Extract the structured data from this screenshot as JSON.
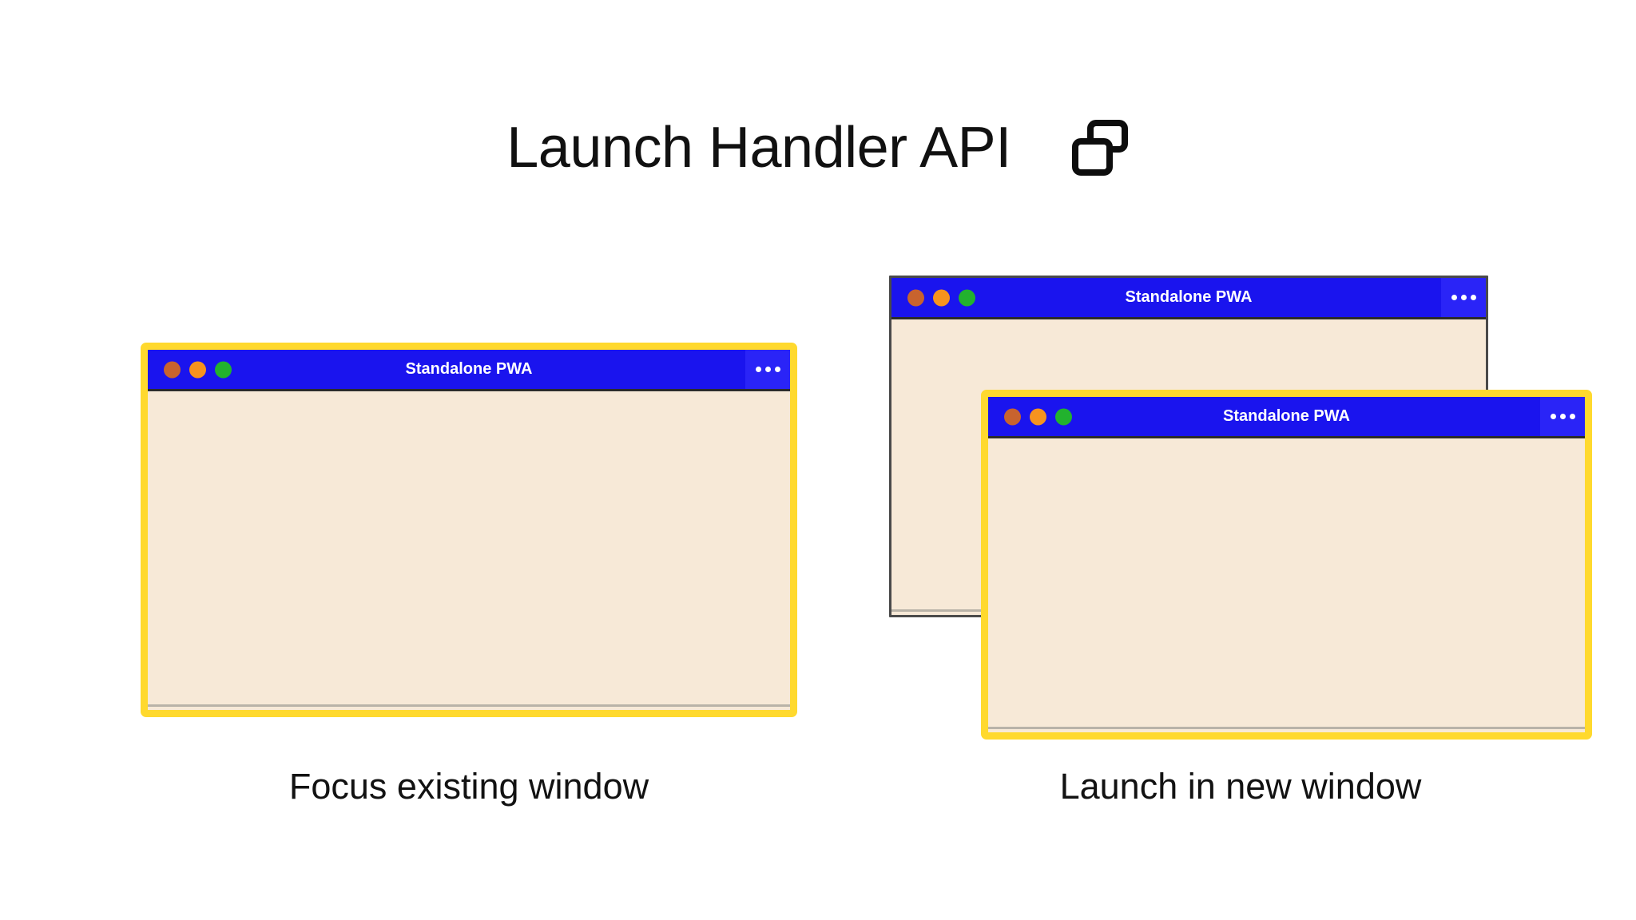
{
  "header": {
    "title": "Launch Handler API",
    "icon": "multi-window-icon"
  },
  "colors": {
    "background": "#ffffff",
    "titlebar_blue": "#1a14ee",
    "menu_panel_blue": "#2a24f7",
    "window_body_cream": "#f7e9d7",
    "highlight_border_yellow": "#ffd92e",
    "plain_border_gray": "#4a4a4a",
    "dot_red": "#c8632e",
    "dot_yellow": "#f7931e",
    "dot_green": "#22b22e",
    "title_text": "#111111",
    "window_title_text": "#ffffff"
  },
  "panels": [
    {
      "id": "focus-existing-window",
      "caption": "Focus existing window",
      "windows": [
        {
          "id": "left-window",
          "title": "Standalone PWA",
          "highlighted": true,
          "menu_icon": "overflow-menu-icon",
          "traffic_lights": [
            "close-dot",
            "minimize-dot",
            "maximize-dot"
          ]
        }
      ]
    },
    {
      "id": "launch-in-new-window",
      "caption": "Launch in new window",
      "windows": [
        {
          "id": "back-window",
          "title": "Standalone PWA",
          "highlighted": false,
          "menu_icon": "overflow-menu-icon",
          "traffic_lights": [
            "close-dot",
            "minimize-dot",
            "maximize-dot"
          ]
        },
        {
          "id": "front-window",
          "title": "Standalone PWA",
          "highlighted": true,
          "menu_icon": "overflow-menu-icon",
          "traffic_lights": [
            "close-dot",
            "minimize-dot",
            "maximize-dot"
          ]
        }
      ]
    }
  ]
}
